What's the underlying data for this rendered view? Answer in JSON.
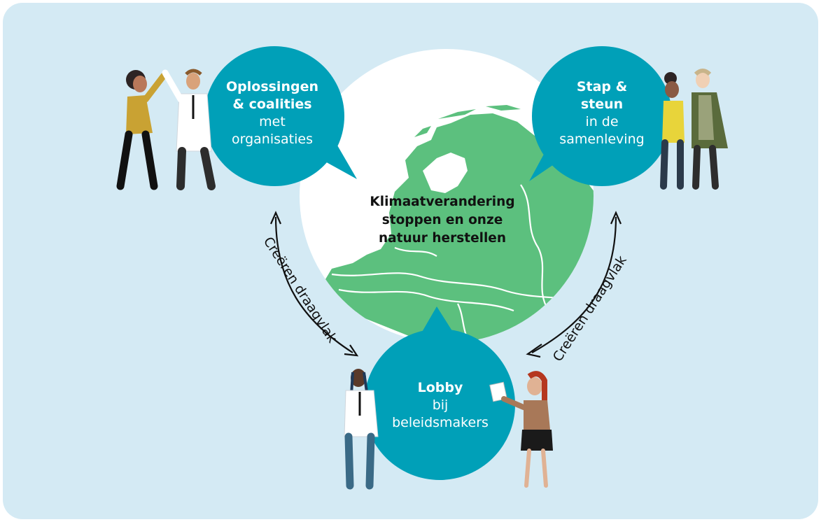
{
  "center": {
    "lines": [
      "Klimaatverandering",
      "stoppen en onze",
      "natuur herstellen"
    ]
  },
  "nodes": {
    "left": {
      "bold": [
        "Oplossingen",
        "& coalities"
      ],
      "light": [
        "met",
        "organisaties"
      ]
    },
    "right": {
      "bold": [
        "Stap &",
        "steun"
      ],
      "light": [
        "in de",
        "samenleving"
      ]
    },
    "bottom": {
      "bold": [
        "Lobby"
      ],
      "light": [
        "bij",
        "beleidsmakers"
      ]
    }
  },
  "links": {
    "left_label": "Creëren draagvlak",
    "right_label": "Creëren draagvlak"
  },
  "colors": {
    "background": "#d4eaf4",
    "circle": "#00a0b8",
    "globe_land": "#5cc07e",
    "globe_water": "#ffffff",
    "arrow": "#111111"
  }
}
